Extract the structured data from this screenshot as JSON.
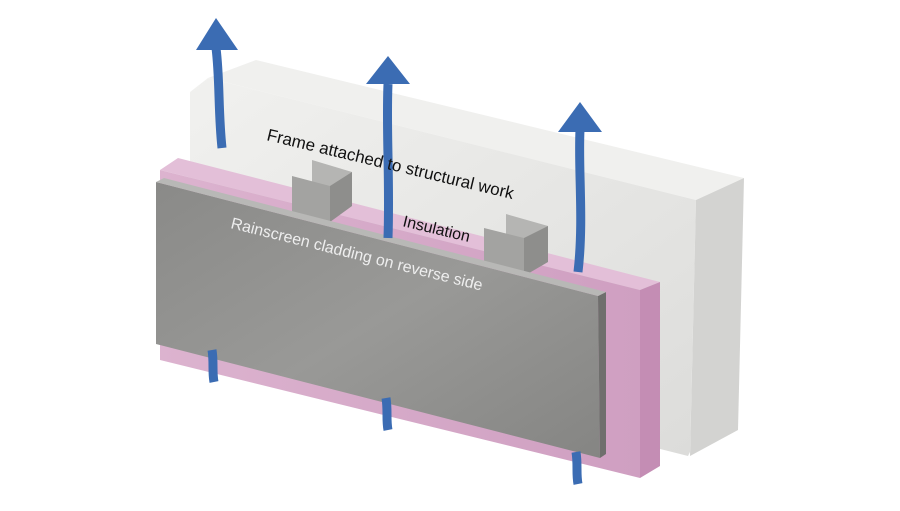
{
  "labels": {
    "frame": "Frame attached to structural work",
    "insulation": "Insulation",
    "cladding": "Rainscreen cladding on reverse side"
  },
  "colors": {
    "wall_front": "#e6e6e4",
    "wall_top": "#efefed",
    "wall_side": "#d4d4d2",
    "insulation_front": "#d6a9c9",
    "insulation_side": "#c48db4",
    "cladding_front": "#8f8f8d",
    "cladding_edge": "#6f6f6d",
    "bracket": "#a6a6a4",
    "arrow": "#3b6cb3",
    "label_dark": "#111111",
    "label_light": "#eeeeee"
  },
  "arrows": [
    "airflow-arrow-left",
    "airflow-arrow-middle",
    "airflow-arrow-right"
  ]
}
